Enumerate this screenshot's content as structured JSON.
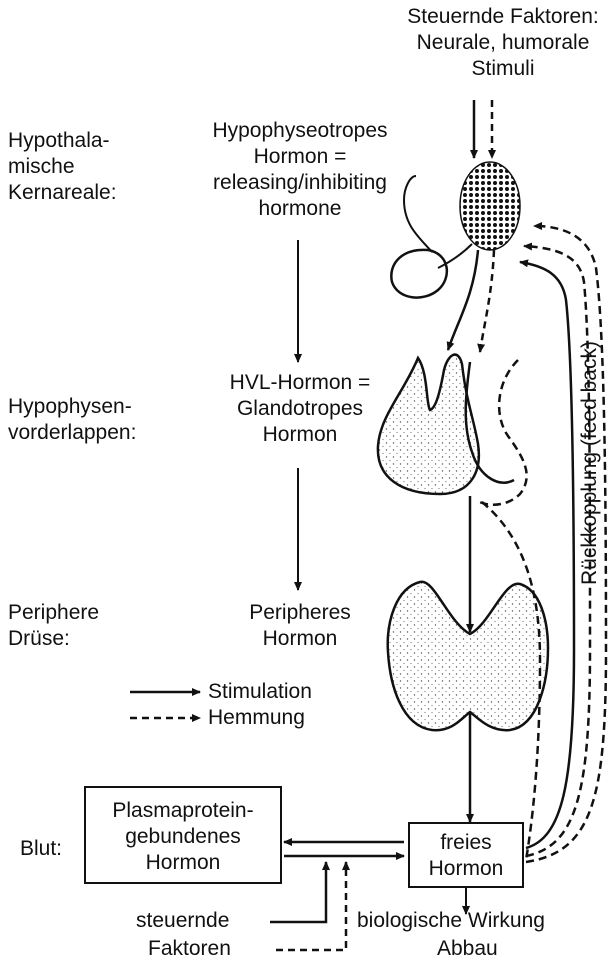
{
  "factors": {
    "line1": "Steuernde Faktoren:",
    "line2": "Neurale, humorale",
    "line3": "Stimuli"
  },
  "levels": {
    "hypothalamus": {
      "line1": "Hypothala-",
      "line2": "mische",
      "line3": "Kernareale:"
    },
    "pituitary": {
      "line1": "Hypophysen-",
      "line2": "vorderlappen:"
    },
    "gland": {
      "line1": "Periphere",
      "line2": "Drüse:"
    },
    "blood": "Blut:"
  },
  "hormones": {
    "hypophyseotropic": {
      "line1": "Hypophyseotropes",
      "line2": "Hormon =",
      "line3": "releasing/inhibiting",
      "line4": "hormone"
    },
    "hvl": {
      "line1": "HVL-Hormon =",
      "line2": "Glandotropes",
      "line3": "Hormon"
    },
    "peripheral": {
      "line1": "Peripheres",
      "line2": "Hormon"
    }
  },
  "legend": {
    "stimulation": "Stimulation",
    "inhibition": "Hemmung"
  },
  "plasma_box": {
    "line1": "Plasmaprotein-",
    "line2": "gebundenes",
    "line3": "Hormon"
  },
  "free_box": {
    "line1": "freies",
    "line2": "Hormon"
  },
  "bottom": {
    "factors1": "steuernde",
    "factors2": "Faktoren",
    "effect1": "biologische Wirkung",
    "effect2": "Abbau"
  },
  "feedback_label": "Rückkopplung (feed back)"
}
